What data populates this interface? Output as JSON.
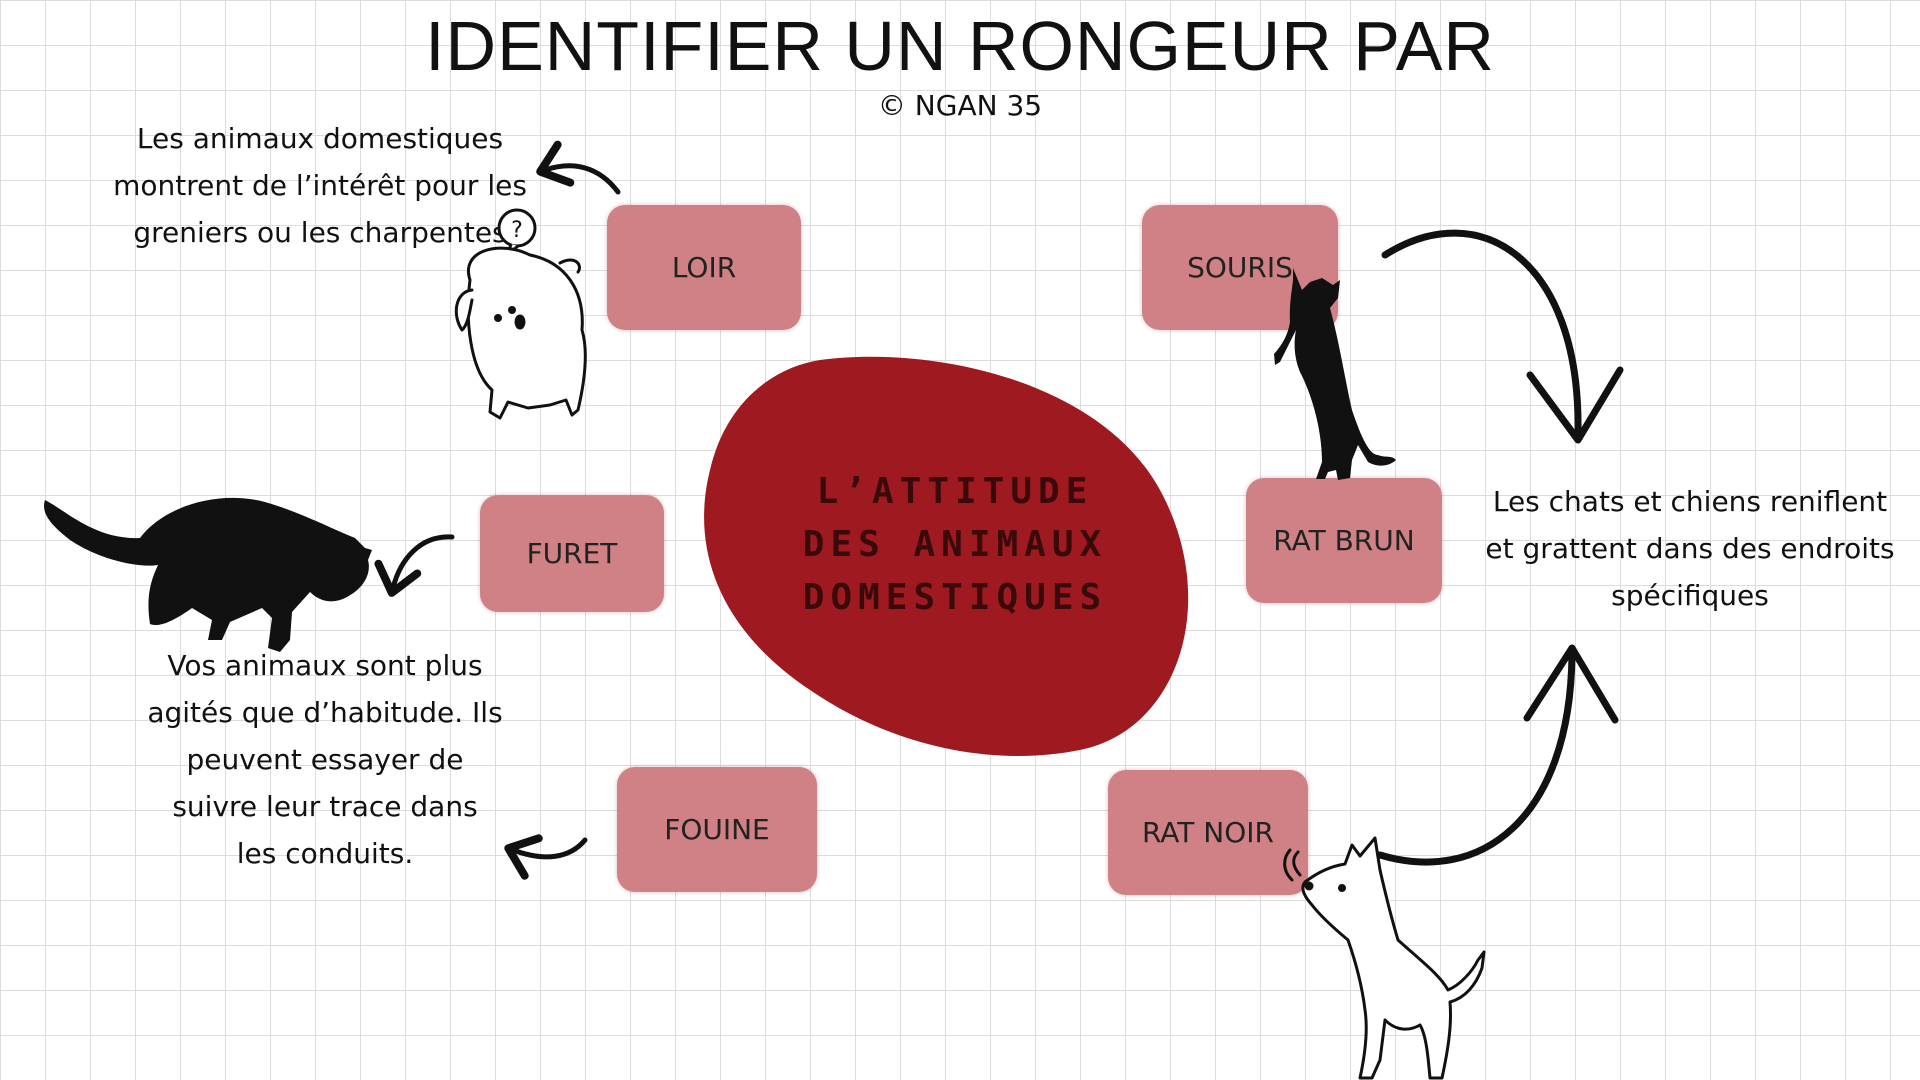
{
  "title": "IDENTIFIER UN RONGEUR PAR",
  "subtitle": "© NGAN 35",
  "center": {
    "lines": [
      "L’ATTITUDE",
      "DES ANIMAUX",
      "DOMESTIQUES"
    ],
    "color": "#9e1a20"
  },
  "rodents": {
    "loir": "LOIR",
    "souris": "SOURIS",
    "furet": "FURET",
    "rat_brun": "RAT BRUN",
    "fouine": "FOUINE",
    "rat_noir": "RAT NOIR"
  },
  "box_color": "#cf8186",
  "notes": {
    "top_left": [
      "Les animaux domestiques",
      "montrent de l’intérêt pour les",
      "greniers ou les charpentes"
    ],
    "bottom_left": [
      "Vos animaux sont plus",
      "agités que d’habitude. Ils",
      "peuvent essayer de",
      "suivre leur trace dans",
      "les conduits."
    ],
    "right": [
      "Les chats et chiens reniflent",
      "et grattent dans des endroits",
      "spécifiques"
    ]
  },
  "icons": [
    "question-icon",
    "dog-outline-icon",
    "cat-sniffing-icon",
    "cat-climbing-icon",
    "dog-sniffing-icon"
  ]
}
